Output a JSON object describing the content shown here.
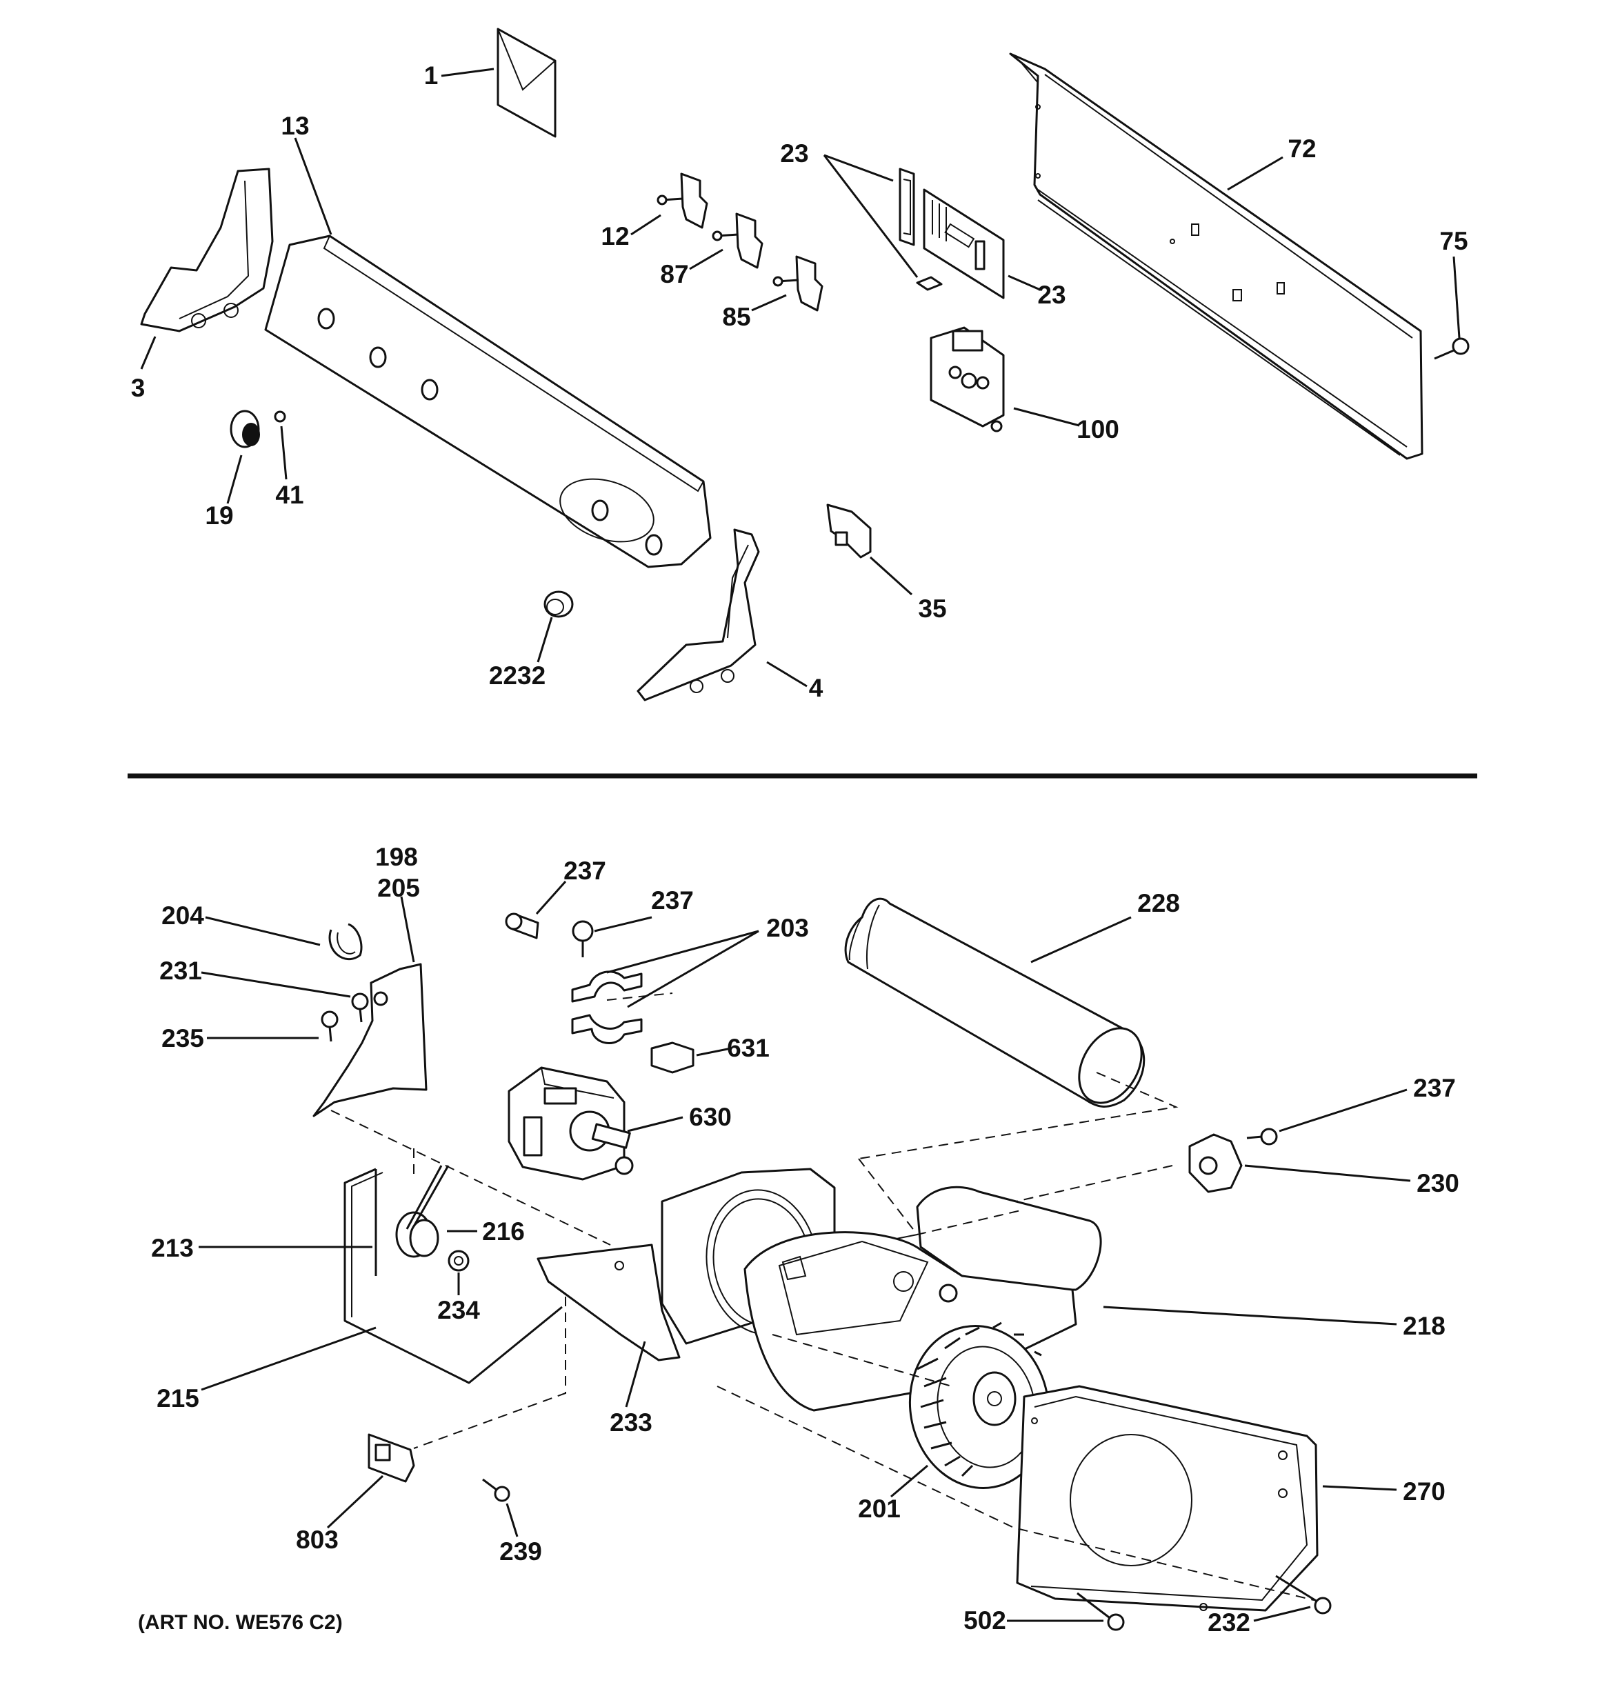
{
  "labels": {
    "p1": "1",
    "p13": "13",
    "p3": "3",
    "p19": "19",
    "p41": "41",
    "p2232": "2232",
    "p4": "4",
    "p12": "12",
    "p87": "87",
    "p85": "85",
    "p23a": "23",
    "p23b": "23",
    "p72": "72",
    "p75": "75",
    "p100": "100",
    "p35": "35",
    "p198": "198",
    "p205": "205",
    "p204": "204",
    "p231": "231",
    "p235": "235",
    "p237a": "237",
    "p237b": "237",
    "p203": "203",
    "p228": "228",
    "p631": "631",
    "p630": "630",
    "p237c": "237",
    "p230": "230",
    "p213": "213",
    "p216": "216",
    "p234": "234",
    "p218": "218",
    "p215": "215",
    "p233": "233",
    "p201": "201",
    "p270": "270",
    "p803": "803",
    "p239": "239",
    "p502": "502",
    "p232": "232"
  },
  "footer": {
    "art_number": "(ART NO. WE576 C2)"
  }
}
